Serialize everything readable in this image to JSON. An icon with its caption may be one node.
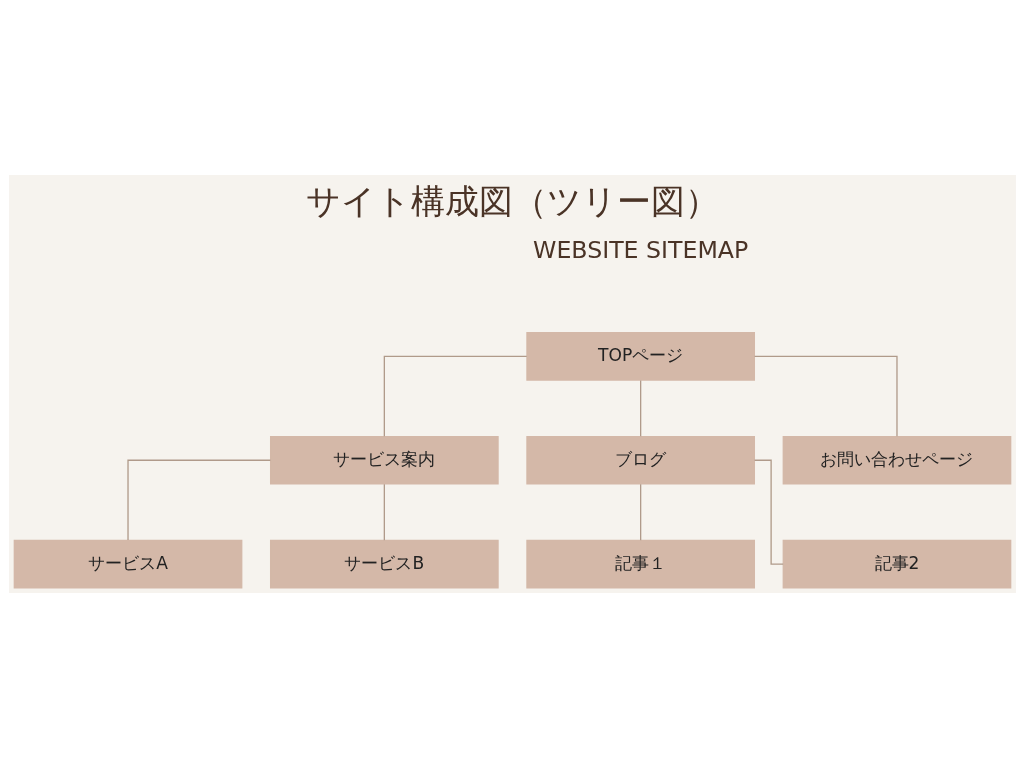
{
  "diagram": {
    "title": "サイト構成図（ツリー図）",
    "nodes": [
      {
        "text": [
          "TOPページ"
        ]
      },
      {
        "text": [
          "サービス案内"
        ]
      },
      {
        "text": [
          "ブログ"
        ]
      },
      {
        "text": [
          "お問い合わせページ"
        ]
      },
      {
        "text": [
          "サービスA"
        ]
      },
      {
        "text": [
          "サービスB"
        ]
      },
      {
        "text": [
          "記事１"
        ]
      },
      {
        "text": [
          "記事2"
        ]
      }
    ],
    "edges": [
      {
        "from": 0,
        "to": 1,
        "arrow": "none"
      },
      {
        "from": 0,
        "to": 2,
        "arrow": "none"
      },
      {
        "from": 0,
        "to": 3,
        "arrow": "none"
      },
      {
        "from": 1,
        "to": 4,
        "arrow": "none"
      },
      {
        "from": 1,
        "to": 5,
        "arrow": "none"
      },
      {
        "from": 2,
        "to": 6,
        "arrow": "none"
      },
      {
        "from": 2,
        "to": 7,
        "arrow": "none"
      }
    ],
    "labels": [
      "WEBSITE SITEMAP"
    ]
  }
}
